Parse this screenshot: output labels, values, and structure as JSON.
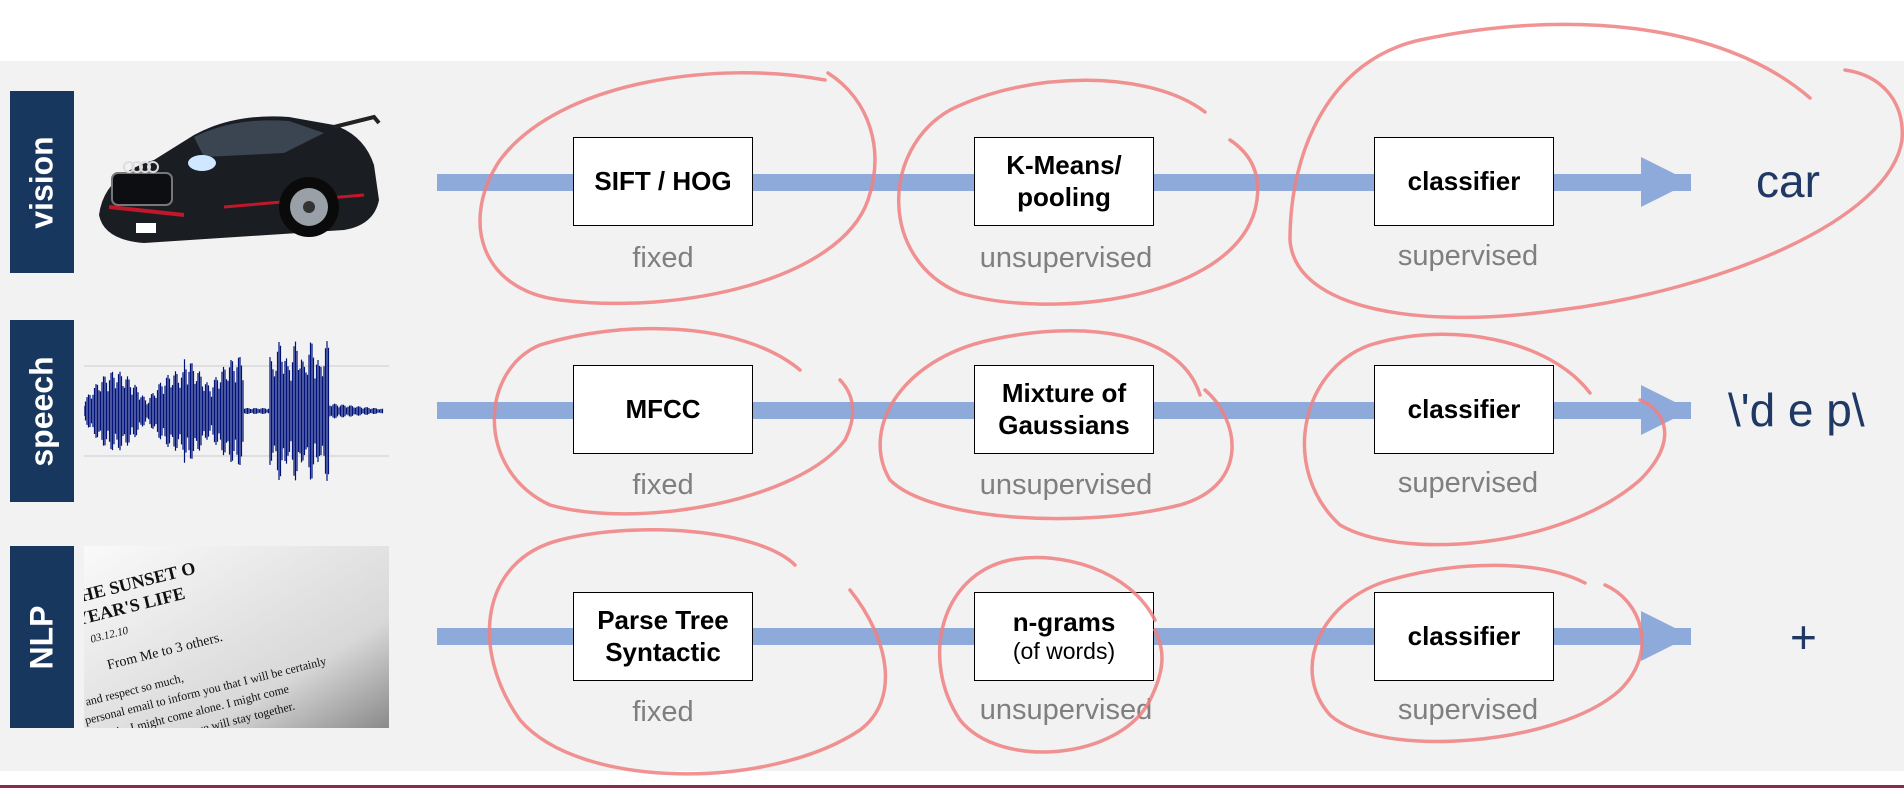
{
  "rows": [
    {
      "label": "vision",
      "stages": [
        {
          "main": "SIFT / HOG",
          "sub": "",
          "caption": "fixed"
        },
        {
          "main": "K-Means/\npooling",
          "sub": "",
          "caption": "unsupervised"
        },
        {
          "main": "classifier",
          "sub": "",
          "caption": "supervised"
        }
      ],
      "output": "car"
    },
    {
      "label": "speech",
      "stages": [
        {
          "main": "MFCC",
          "sub": "",
          "caption": "fixed"
        },
        {
          "main": "Mixture of\nGaussians",
          "sub": "",
          "caption": "unsupervised"
        },
        {
          "main": "classifier",
          "sub": "",
          "caption": "supervised"
        }
      ],
      "output": "\\'d e p\\"
    },
    {
      "label": "NLP",
      "stages": [
        {
          "main": "Parse Tree\nSyntactic",
          "sub": "",
          "caption": "fixed"
        },
        {
          "main": "n-grams",
          "sub": "(of words)",
          "caption": "unsupervised"
        },
        {
          "main": "classifier",
          "sub": "",
          "caption": "supervised"
        }
      ],
      "output": "+"
    }
  ],
  "book_text": {
    "heading1": "THE SUNSET O",
    "heading2": "YEAR'S LIFE",
    "date": "03.12.10",
    "line1": "From Me to 3 others.",
    "line2": "and respect so much,",
    "line3": "personal email to inform you that I will be certainly",
    "line4": "in Paris. I might come alone. I might come",
    "line5": "What matters is that we will stay together."
  },
  "colors": {
    "label_bg": "#17375e",
    "arrow": "#8eaadb",
    "annotation": "#f08080",
    "output_text": "#1f3864",
    "caption_text": "#7f7f7f"
  }
}
